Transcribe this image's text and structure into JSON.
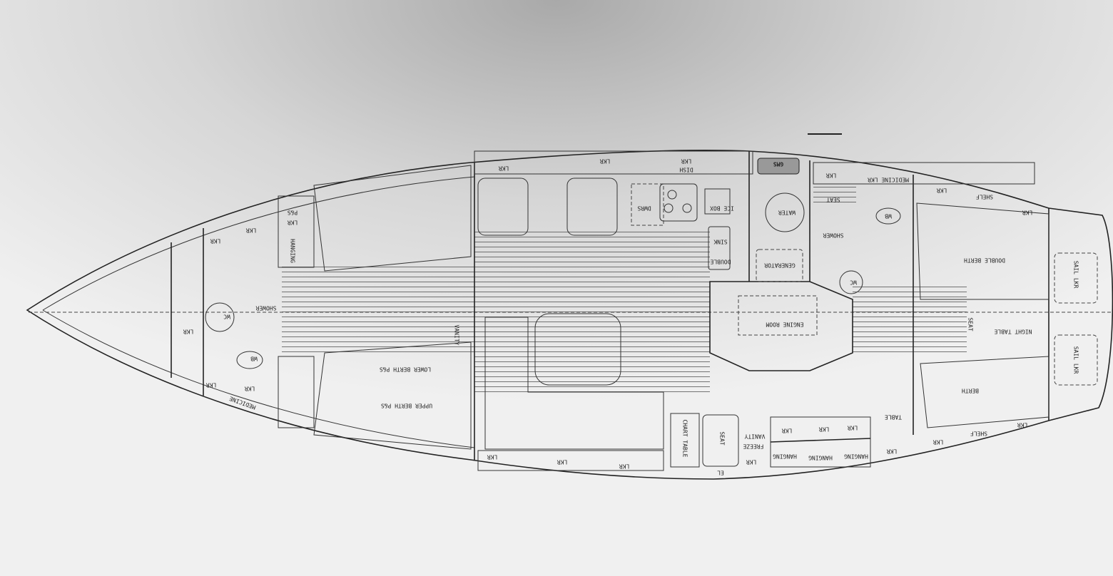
{
  "stamp": "GMS",
  "colors": {
    "ink": "#222222",
    "paper": "#eeeeee",
    "shadow": "#bdbdbd"
  },
  "labels": [
    "LKR",
    "LKR",
    "LKR",
    "P&S",
    "HANGING",
    "SHOWER",
    "WC",
    "WB",
    "LKR",
    "LKR",
    "LKR",
    "MEDICINE",
    "LOWER BERTH P&S",
    "UPPER BERTH P&S",
    "VANITY",
    "LKR",
    "LKR",
    "DISH",
    "LKR",
    "DWRS",
    "ICE BOX",
    "SINK",
    "DOUBLE",
    "WATER",
    "GENERATOR",
    "SEAT",
    "LKR",
    "SHOWER",
    "WC",
    "MEDICINE LKR",
    "WB",
    "LKR",
    "SHELF",
    "LKR",
    "DOUBLE BERTH",
    "ENGINE ROOM",
    "SEAT",
    "NIGHT TABLE",
    "SAIL LKR",
    "SAIL LKR",
    "BERTH",
    "TABLE",
    "LKR",
    "LKR",
    "SHELF",
    "LKR",
    "CHART TABLE",
    "SEAT",
    "VANITY",
    "FREEZE",
    "LKR",
    "EL",
    "LKR",
    "HANGING",
    "LKR",
    "HANGING",
    "LKR",
    "HANGING",
    "LKR",
    "LKR",
    "LKR"
  ]
}
